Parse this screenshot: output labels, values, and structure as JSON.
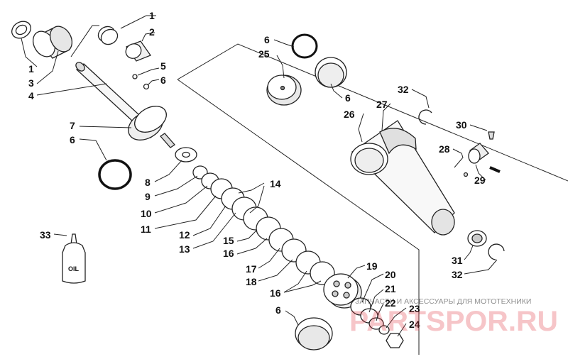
{
  "callouts": [
    {
      "id": "c1a",
      "text": "1"
    },
    {
      "id": "c2",
      "text": "2"
    },
    {
      "id": "c1b",
      "text": "1"
    },
    {
      "id": "c3",
      "text": "3"
    },
    {
      "id": "c4",
      "text": "4"
    },
    {
      "id": "c5",
      "text": "5"
    },
    {
      "id": "c6a",
      "text": "6"
    },
    {
      "id": "c7",
      "text": "7"
    },
    {
      "id": "c6b",
      "text": "6"
    },
    {
      "id": "c8",
      "text": "8"
    },
    {
      "id": "c9",
      "text": "9"
    },
    {
      "id": "c10",
      "text": "10"
    },
    {
      "id": "c11",
      "text": "11"
    },
    {
      "id": "c12",
      "text": "12"
    },
    {
      "id": "c13",
      "text": "13"
    },
    {
      "id": "c14",
      "text": "14"
    },
    {
      "id": "c15",
      "text": "15"
    },
    {
      "id": "c16a",
      "text": "16"
    },
    {
      "id": "c17",
      "text": "17"
    },
    {
      "id": "c18",
      "text": "18"
    },
    {
      "id": "c16b",
      "text": "16"
    },
    {
      "id": "c19",
      "text": "19"
    },
    {
      "id": "c20",
      "text": "20"
    },
    {
      "id": "c21",
      "text": "21"
    },
    {
      "id": "c22",
      "text": "22"
    },
    {
      "id": "c23",
      "text": "23"
    },
    {
      "id": "c24",
      "text": "24"
    },
    {
      "id": "c6c",
      "text": "6"
    },
    {
      "id": "c6d",
      "text": "6"
    },
    {
      "id": "c25",
      "text": "25"
    },
    {
      "id": "c6e",
      "text": "6"
    },
    {
      "id": "c26",
      "text": "26"
    },
    {
      "id": "c27",
      "text": "27"
    },
    {
      "id": "c32a",
      "text": "32"
    },
    {
      "id": "c30",
      "text": "30"
    },
    {
      "id": "c28",
      "text": "28"
    },
    {
      "id": "c29",
      "text": "29"
    },
    {
      "id": "c31",
      "text": "31"
    },
    {
      "id": "c32b",
      "text": "32"
    },
    {
      "id": "c33",
      "text": "33"
    }
  ],
  "oil_bottle_label": "OIL",
  "watermark": {
    "tagline": "ЗАПЧАСТИ И АКСЕССУАРЫ ДЛЯ МОТОТЕХНИКИ",
    "brand": "PARTSPOR.RU"
  }
}
